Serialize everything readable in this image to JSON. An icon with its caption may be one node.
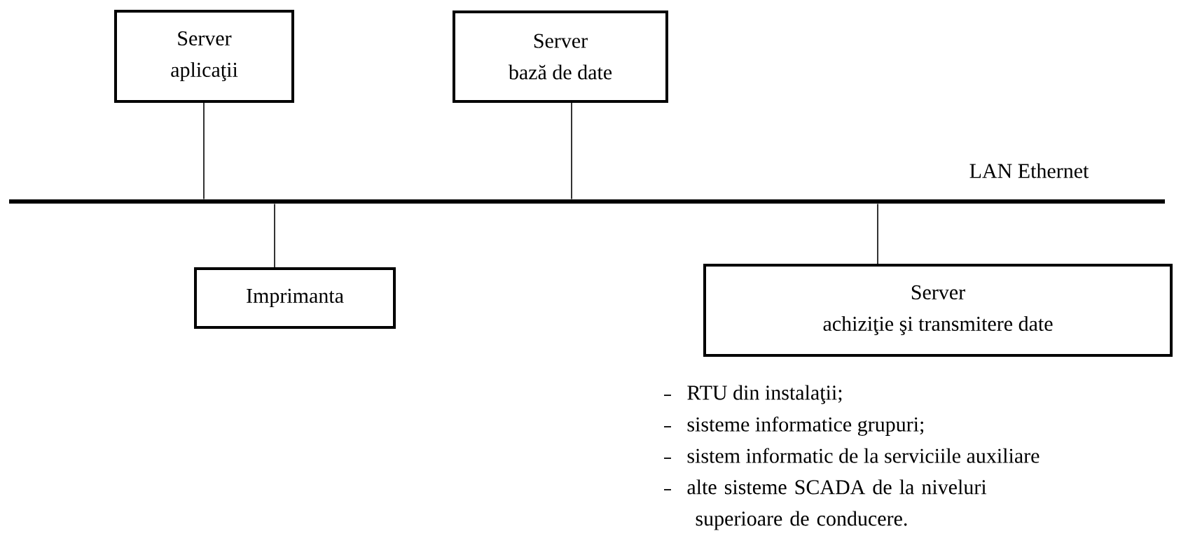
{
  "diagram": {
    "nodes": [
      {
        "text": [
          "Server",
          "aplicaţii"
        ]
      },
      {
        "text": [
          "Server",
          "bază de date"
        ]
      },
      {
        "text": [],
        "shape": "bar",
        "beside": [
          "LAN Ethernet"
        ]
      },
      {
        "text": [
          "Imprimanta"
        ]
      },
      {
        "text": [
          "Server",
          "achiziţie şi transmitere date"
        ],
        "beside": [
          "RTU din instalaţii;",
          "sisteme informatice grupuri;",
          "sistem informatic de la serviciile auxiliare",
          "alte sisteme SCADA de la niveluri superioare de conducere."
        ]
      }
    ],
    "edges": [
      {
        "from": 0,
        "to": 2,
        "arrow": "none"
      },
      {
        "from": 1,
        "to": 2,
        "arrow": "none"
      },
      {
        "from": 3,
        "to": 2,
        "arrow": "none"
      },
      {
        "from": 4,
        "to": 2,
        "arrow": "none"
      }
    ]
  }
}
